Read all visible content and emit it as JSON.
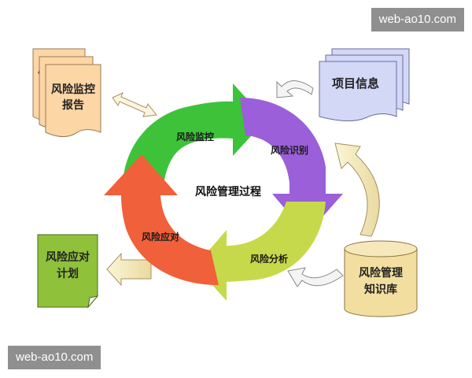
{
  "center_label": "风险管理过程",
  "cycle_segments": [
    {
      "name": "segment-risk-monitoring",
      "label": "风险监控",
      "color": "#3ec23a"
    },
    {
      "name": "segment-risk-identification",
      "label": "风险识别",
      "color": "#9b5fd9"
    },
    {
      "name": "segment-risk-analysis",
      "label": "风险分析",
      "color": "#c6d94a"
    },
    {
      "name": "segment-risk-response",
      "label": "风险应对",
      "color": "#f0603a"
    }
  ],
  "documents": {
    "monitoring_report": {
      "line1": "风险监控",
      "line2": "报告",
      "color": "#fdd6a6"
    },
    "project_info": {
      "line1": "项目信息",
      "color": "#d2d8f6"
    },
    "response_plan": {
      "line1": "风险应对",
      "line2": "计划",
      "color": "#8fc13b"
    },
    "knowledge_base": {
      "line1": "风险管理",
      "line2": "知识库",
      "color": "#f2dfa0"
    }
  },
  "watermarks": {
    "top": "web-ao10.com",
    "bottom": "web-ao10.com"
  }
}
